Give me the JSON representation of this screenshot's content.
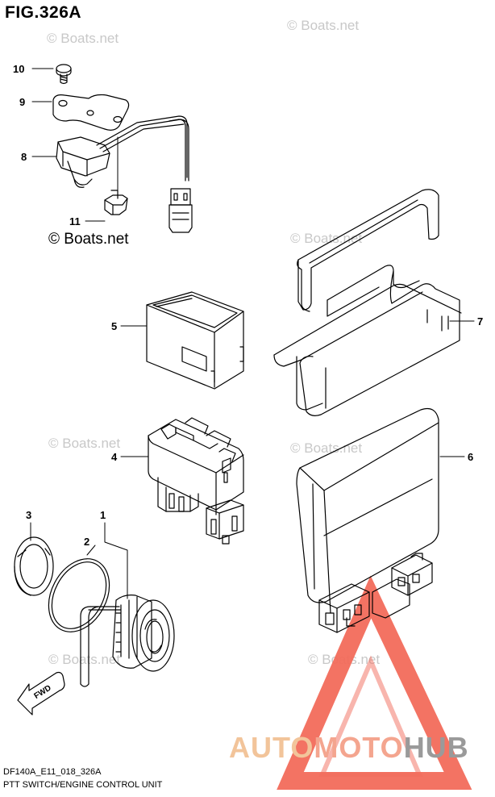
{
  "figure": {
    "title": "FIG.326A",
    "code": "DF140A_E11_018_326A",
    "caption": "PTT SWITCH/ENGINE CONTROL UNIT"
  },
  "callouts": [
    {
      "id": "10",
      "label": "10"
    },
    {
      "id": "9",
      "label": "9"
    },
    {
      "id": "8",
      "label": "8"
    },
    {
      "id": "11",
      "label": "11"
    },
    {
      "id": "5",
      "label": "5"
    },
    {
      "id": "7",
      "label": "7"
    },
    {
      "id": "4",
      "label": "4"
    },
    {
      "id": "6",
      "label": "6"
    },
    {
      "id": "3",
      "label": "3"
    },
    {
      "id": "1",
      "label": "1"
    },
    {
      "id": "2",
      "label": "2"
    }
  ],
  "direction_arrow": {
    "label": "FWD"
  },
  "watermarks": {
    "faint": "© Boats.net",
    "strong": "© Boats.net"
  },
  "logo": {
    "part1": "AUTO",
    "part2": "MOTO",
    "part3": "HUB",
    "colors": {
      "auto": "#f2c49a",
      "moto": "#f4a58f",
      "hub": "#9a9a9a",
      "triangle": "#f26b5b"
    }
  }
}
